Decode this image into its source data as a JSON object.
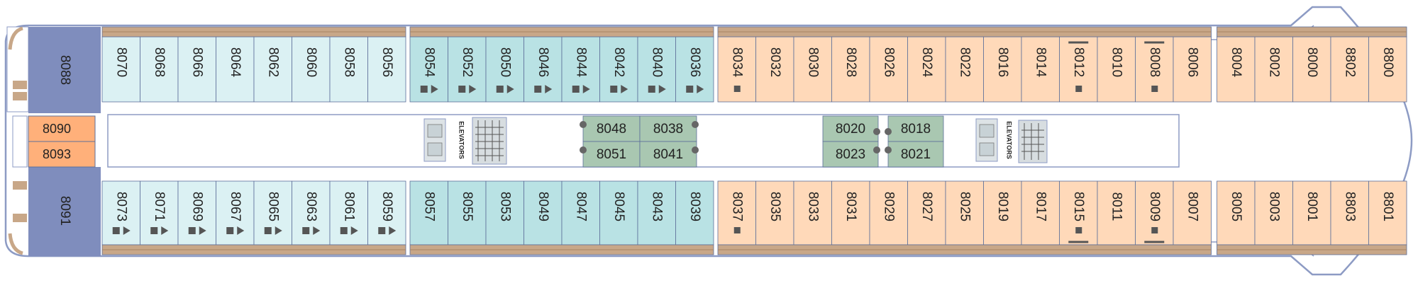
{
  "colors": {
    "suite": "#7f8dbd",
    "blue": "#dbf1f3",
    "teal": "#b9e2e4",
    "peach": "#ffd9b9",
    "orange": "#ffb07a",
    "green": "#a9c7b1",
    "outline": "#5d6f9a",
    "deck_wood": "#c8a788",
    "icon": "#555555"
  },
  "labels": {
    "elevators": "ELEVATORS"
  },
  "suites": {
    "top": "8088",
    "bottom": "8091"
  },
  "aft_cabins": [
    "8090",
    "8093"
  ],
  "center_blocks": [
    {
      "top": [
        "8048",
        "8038"
      ],
      "bottom": [
        "8051",
        "8041"
      ]
    },
    {
      "top": [
        "8020"
      ],
      "bottom": [
        "8023"
      ]
    },
    {
      "top": [
        "8018"
      ],
      "bottom": [
        "8021"
      ]
    }
  ],
  "top_row": [
    {
      "num": "8070",
      "color": "blue"
    },
    {
      "num": "8068",
      "color": "blue"
    },
    {
      "num": "8066",
      "color": "blue"
    },
    {
      "num": "8064",
      "color": "blue"
    },
    {
      "num": "8062",
      "color": "blue"
    },
    {
      "num": "8060",
      "color": "blue"
    },
    {
      "num": "8058",
      "color": "blue"
    },
    {
      "num": "8056",
      "color": "blue"
    },
    {
      "num": "8054",
      "color": "teal",
      "icons": "square-arrow"
    },
    {
      "num": "8052",
      "color": "teal",
      "icons": "square-arrow"
    },
    {
      "num": "8050",
      "color": "teal",
      "icons": "square-arrow"
    },
    {
      "num": "8046",
      "color": "teal",
      "icons": "square-arrow"
    },
    {
      "num": "8044",
      "color": "teal",
      "icons": "square-arrow"
    },
    {
      "num": "8042",
      "color": "teal",
      "icons": "square-arrow"
    },
    {
      "num": "8040",
      "color": "teal",
      "icons": "square-arrow"
    },
    {
      "num": "8036",
      "color": "teal",
      "icons": "square-arrow"
    },
    {
      "num": "8034",
      "color": "peach",
      "icons": "square"
    },
    {
      "num": "8032",
      "color": "peach"
    },
    {
      "num": "8030",
      "color": "peach"
    },
    {
      "num": "8028",
      "color": "peach"
    },
    {
      "num": "8026",
      "color": "peach"
    },
    {
      "num": "8024",
      "color": "peach"
    },
    {
      "num": "8022",
      "color": "peach"
    },
    {
      "num": "8016",
      "color": "peach"
    },
    {
      "num": "8014",
      "color": "peach"
    },
    {
      "num": "8012",
      "color": "peach",
      "icons": "square"
    },
    {
      "num": "8010",
      "color": "peach"
    },
    {
      "num": "8008",
      "color": "peach",
      "icons": "square"
    },
    {
      "num": "8006",
      "color": "peach"
    },
    {
      "num": "8004",
      "color": "peach"
    },
    {
      "num": "8002",
      "color": "peach"
    },
    {
      "num": "8000",
      "color": "peach"
    },
    {
      "num": "8802",
      "color": "peach"
    },
    {
      "num": "8800",
      "color": "peach"
    }
  ],
  "bottom_row": [
    {
      "num": "8073",
      "color": "blue",
      "icons": "square-arrow"
    },
    {
      "num": "8071",
      "color": "blue",
      "icons": "square-arrow"
    },
    {
      "num": "8069",
      "color": "blue",
      "icons": "square-arrow"
    },
    {
      "num": "8067",
      "color": "blue",
      "icons": "square-arrow"
    },
    {
      "num": "8065",
      "color": "blue",
      "icons": "square-arrow"
    },
    {
      "num": "8063",
      "color": "blue",
      "icons": "square-arrow"
    },
    {
      "num": "8061",
      "color": "blue",
      "icons": "square-arrow"
    },
    {
      "num": "8059",
      "color": "blue",
      "icons": "square-arrow"
    },
    {
      "num": "8057",
      "color": "teal"
    },
    {
      "num": "8055",
      "color": "teal"
    },
    {
      "num": "8053",
      "color": "teal"
    },
    {
      "num": "8049",
      "color": "teal"
    },
    {
      "num": "8047",
      "color": "teal"
    },
    {
      "num": "8045",
      "color": "teal"
    },
    {
      "num": "8043",
      "color": "teal"
    },
    {
      "num": "8039",
      "color": "teal"
    },
    {
      "num": "8037",
      "color": "peach",
      "icons": "square"
    },
    {
      "num": "8035",
      "color": "peach"
    },
    {
      "num": "8033",
      "color": "peach"
    },
    {
      "num": "8031",
      "color": "peach"
    },
    {
      "num": "8029",
      "color": "peach"
    },
    {
      "num": "8027",
      "color": "peach"
    },
    {
      "num": "8025",
      "color": "peach"
    },
    {
      "num": "8019",
      "color": "peach"
    },
    {
      "num": "8017",
      "color": "peach"
    },
    {
      "num": "8015",
      "color": "peach",
      "icons": "square"
    },
    {
      "num": "8011",
      "color": "peach"
    },
    {
      "num": "8009",
      "color": "peach",
      "icons": "square"
    },
    {
      "num": "8007",
      "color": "peach"
    },
    {
      "num": "8005",
      "color": "peach"
    },
    {
      "num": "8003",
      "color": "peach"
    },
    {
      "num": "8001",
      "color": "peach"
    },
    {
      "num": "8803",
      "color": "peach"
    },
    {
      "num": "8801",
      "color": "peach"
    }
  ]
}
